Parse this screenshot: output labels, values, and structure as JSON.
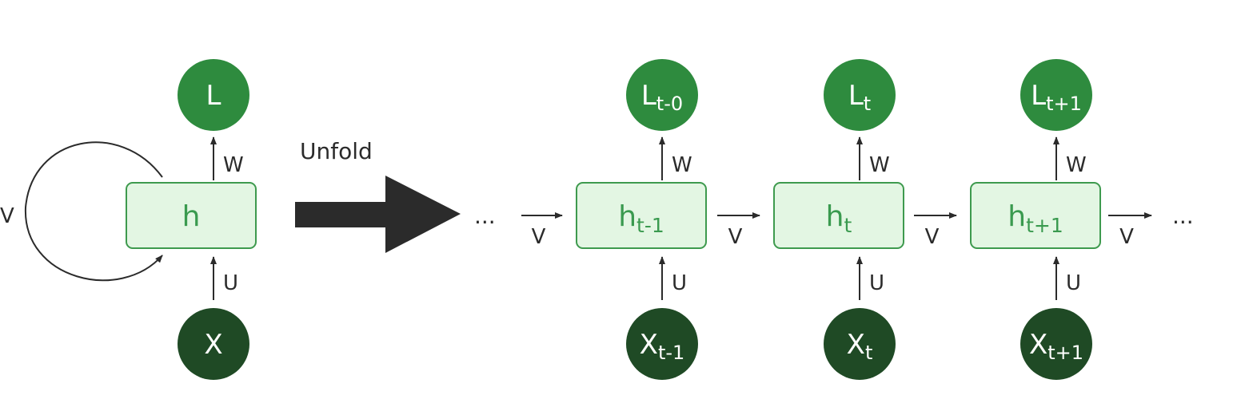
{
  "colors": {
    "output_node": "#2e8b3e",
    "input_node": "#1f4a25",
    "hidden_fill": "#e3f6e3",
    "hidden_stroke": "#3e9a4e",
    "hidden_text": "#3a9a4f",
    "arrow": "#2b2b2b",
    "unfold_arrow": "#2b2b2b"
  },
  "folded": {
    "output": "L",
    "hidden": "h",
    "input": "X",
    "w": "W",
    "u": "U",
    "v": "V"
  },
  "unfold_label": "Unfold",
  "ellipsis": "...",
  "steps": [
    {
      "output_base": "L",
      "output_sub": "t-0",
      "hidden_base": "h",
      "hidden_sub": "t-1",
      "input_base": "X",
      "input_sub": "t-1",
      "w": "W",
      "u": "U"
    },
    {
      "output_base": "L",
      "output_sub": "t",
      "hidden_base": "h",
      "hidden_sub": "t",
      "input_base": "X",
      "input_sub": "t",
      "w": "W",
      "u": "U"
    },
    {
      "output_base": "L",
      "output_sub": "t+1",
      "hidden_base": "h",
      "hidden_sub": "t+1",
      "input_base": "X",
      "input_sub": "t+1",
      "w": "W",
      "u": "U"
    }
  ],
  "v_labels": [
    "V",
    "V",
    "V",
    "V"
  ]
}
